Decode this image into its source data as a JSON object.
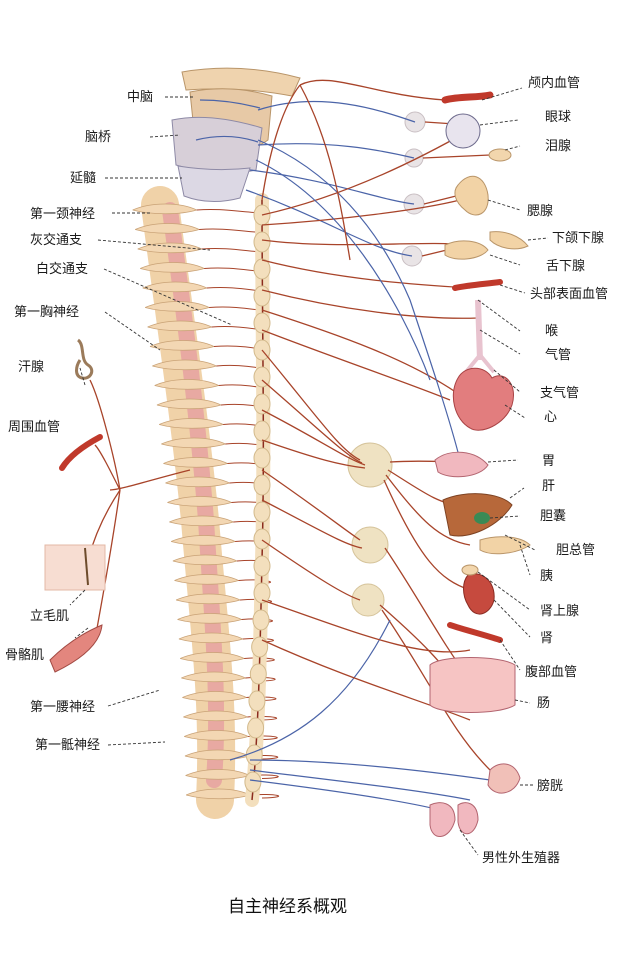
{
  "title": "自主神经系概观",
  "labels": {
    "midbrain": "中脑",
    "pons": "脑桥",
    "medulla": "延髓",
    "first_cervical": "第一颈神经",
    "gray_ramus": "灰交通支",
    "white_ramus": "白交通支",
    "first_thoracic": "第一胸神经",
    "sweat_gland": "汗腺",
    "peripheral_vessels": "周围血管",
    "arrector_pili": "立毛肌",
    "skeletal_muscle": "骨骼肌",
    "first_lumbar": "第一腰神经",
    "first_sacral": "第一骶神经",
    "intracranial_vessels": "颅内血管",
    "eyeball": "眼球",
    "lacrimal_gland": "泪腺",
    "parotid_gland": "腮腺",
    "submandibular_gland": "下颌下腺",
    "sublingual_gland": "舌下腺",
    "head_surface_vessels": "头部表面血管",
    "larynx": "喉",
    "trachea": "气管",
    "bronchi": "支气管",
    "heart": "心",
    "stomach": "胃",
    "liver": "肝",
    "gallbladder": "胆囊",
    "common_bile_duct": "胆总管",
    "pancreas": "胰",
    "adrenal_gland": "肾上腺",
    "kidney": "肾",
    "abdominal_vessels": "腹部血管",
    "intestine": "肠",
    "bladder": "膀胱",
    "male_genitalia": "男性外生殖器"
  },
  "colors": {
    "nerve_red": "#a8442a",
    "nerve_blue": "#4b64a8",
    "bone": "#f0d2a8",
    "cord": "#e8a9a2",
    "ganglion": "#efe2c2",
    "vessel": "#c0392b"
  }
}
